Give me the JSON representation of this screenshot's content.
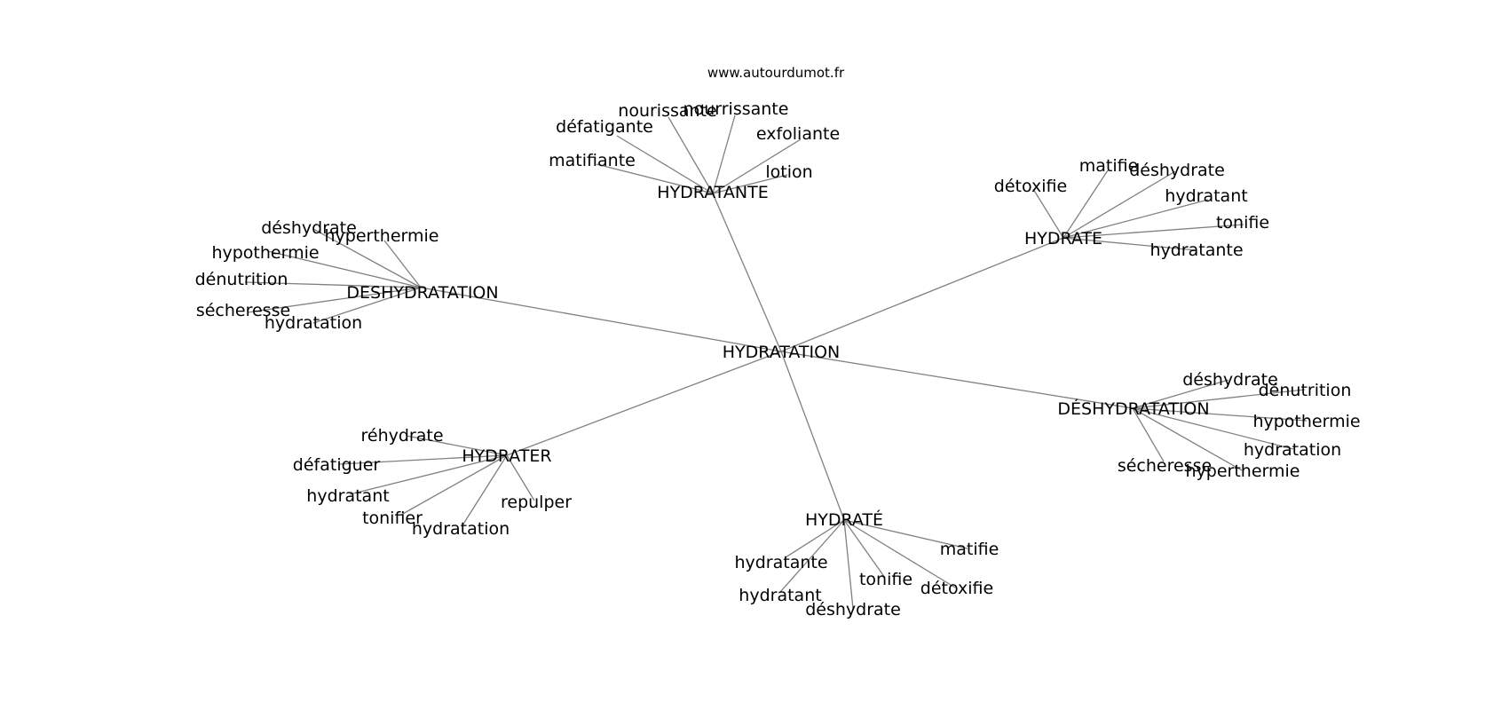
{
  "source": "www.autourdumot.fr",
  "colors": {
    "edge": "#808080",
    "text": "#000000",
    "background": "#ffffff"
  },
  "center": {
    "id": "center",
    "label": "HYDRATATION"
  },
  "hubs": [
    {
      "id": "hydratante",
      "label": "HYDRATANTE",
      "leaves": [
        "matifiante",
        "défatigante",
        "nourissante",
        "nourrissante",
        "exfoliante",
        "lotion"
      ]
    },
    {
      "id": "hydrate",
      "label": "HYDRATE",
      "leaves": [
        "détoxifie",
        "matifie",
        "déshydrate",
        "hydratant",
        "tonifie",
        "hydratante"
      ]
    },
    {
      "id": "deshydratation-plain",
      "label": "DESHYDRATATION",
      "leaves": [
        "déshydrate",
        "hyperthermie",
        "hypothermie",
        "dénutrition",
        "sécheresse",
        "hydratation"
      ]
    },
    {
      "id": "deshydratation-accent",
      "label": "DÉSHYDRATATION",
      "leaves": [
        "déshydrate",
        "dénutrition",
        "hypothermie",
        "hydratation",
        "hyperthermie",
        "sécheresse"
      ]
    },
    {
      "id": "hydrater",
      "label": "HYDRATER",
      "leaves": [
        "réhydrate",
        "défatiguer",
        "hydratant",
        "tonifier",
        "hydratation",
        "repulper"
      ]
    },
    {
      "id": "hydrate-accent",
      "label": "HYDRATÉ",
      "leaves": [
        "hydratante",
        "hydratant",
        "déshydrate",
        "tonifie",
        "détoxifie",
        "matifie"
      ]
    }
  ]
}
